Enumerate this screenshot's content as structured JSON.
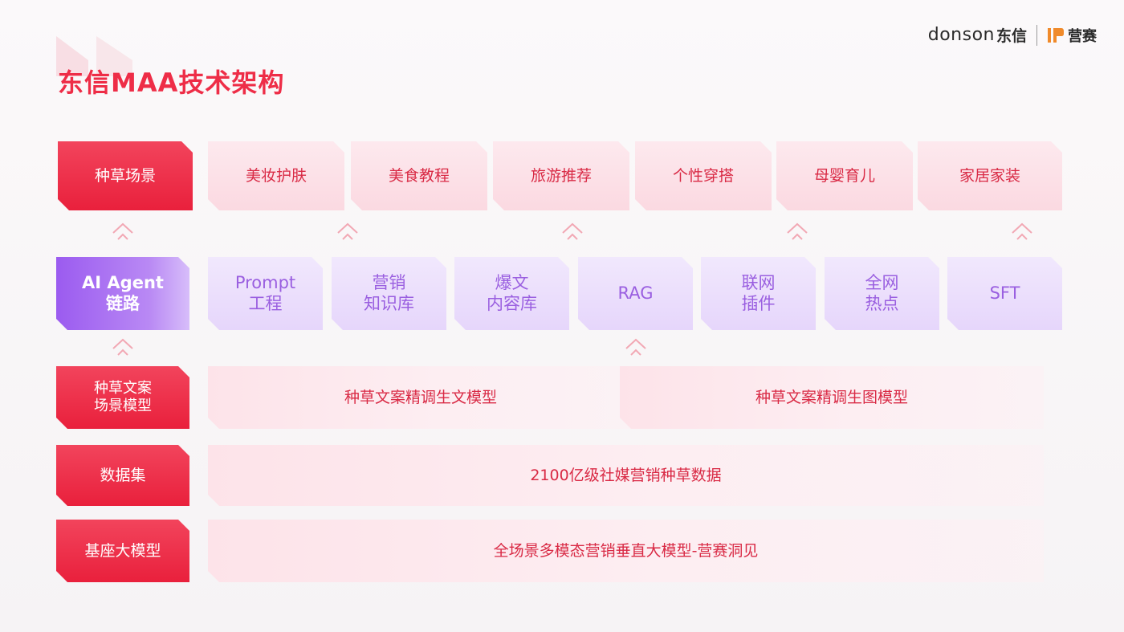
{
  "page": {
    "title": "东信MAA技术架构",
    "accent_color": "#ee2d47",
    "secondary_color": "#9b5bf0"
  },
  "logo": {
    "brand": "donson",
    "brand_cn": "东信",
    "sub_brand": "营赛",
    "sub_brand_icon": "yingsai-logo-icon"
  },
  "rows": {
    "scenes": {
      "label": "种草场景",
      "items": [
        "美妆护肤",
        "美食教程",
        "旅游推荐",
        "个性穿搭",
        "母婴育儿",
        "家居家装"
      ]
    },
    "agent": {
      "label_line1": "AI Agent",
      "label_line2": "链路",
      "items": [
        {
          "line1": "Prompt",
          "line2": "工程"
        },
        {
          "line1": "营销",
          "line2": "知识库"
        },
        {
          "line1": "爆文",
          "line2": "内容库"
        },
        {
          "line1": "RAG",
          "line2": ""
        },
        {
          "line1": "联网",
          "line2": "插件"
        },
        {
          "line1": "全网",
          "line2": "热点"
        },
        {
          "line1": "SFT",
          "line2": ""
        }
      ]
    },
    "models": {
      "label_line1": "种草文案",
      "label_line2": "场景模型",
      "items": [
        "种草文案精调生文模型",
        "种草文案精调生图模型"
      ]
    },
    "dataset": {
      "label": "数据集",
      "content": "2100亿级社媒营销种草数据"
    },
    "base": {
      "label": "基座大模型",
      "content": "全场景多模态营销垂直大模型-营赛洞见"
    }
  }
}
